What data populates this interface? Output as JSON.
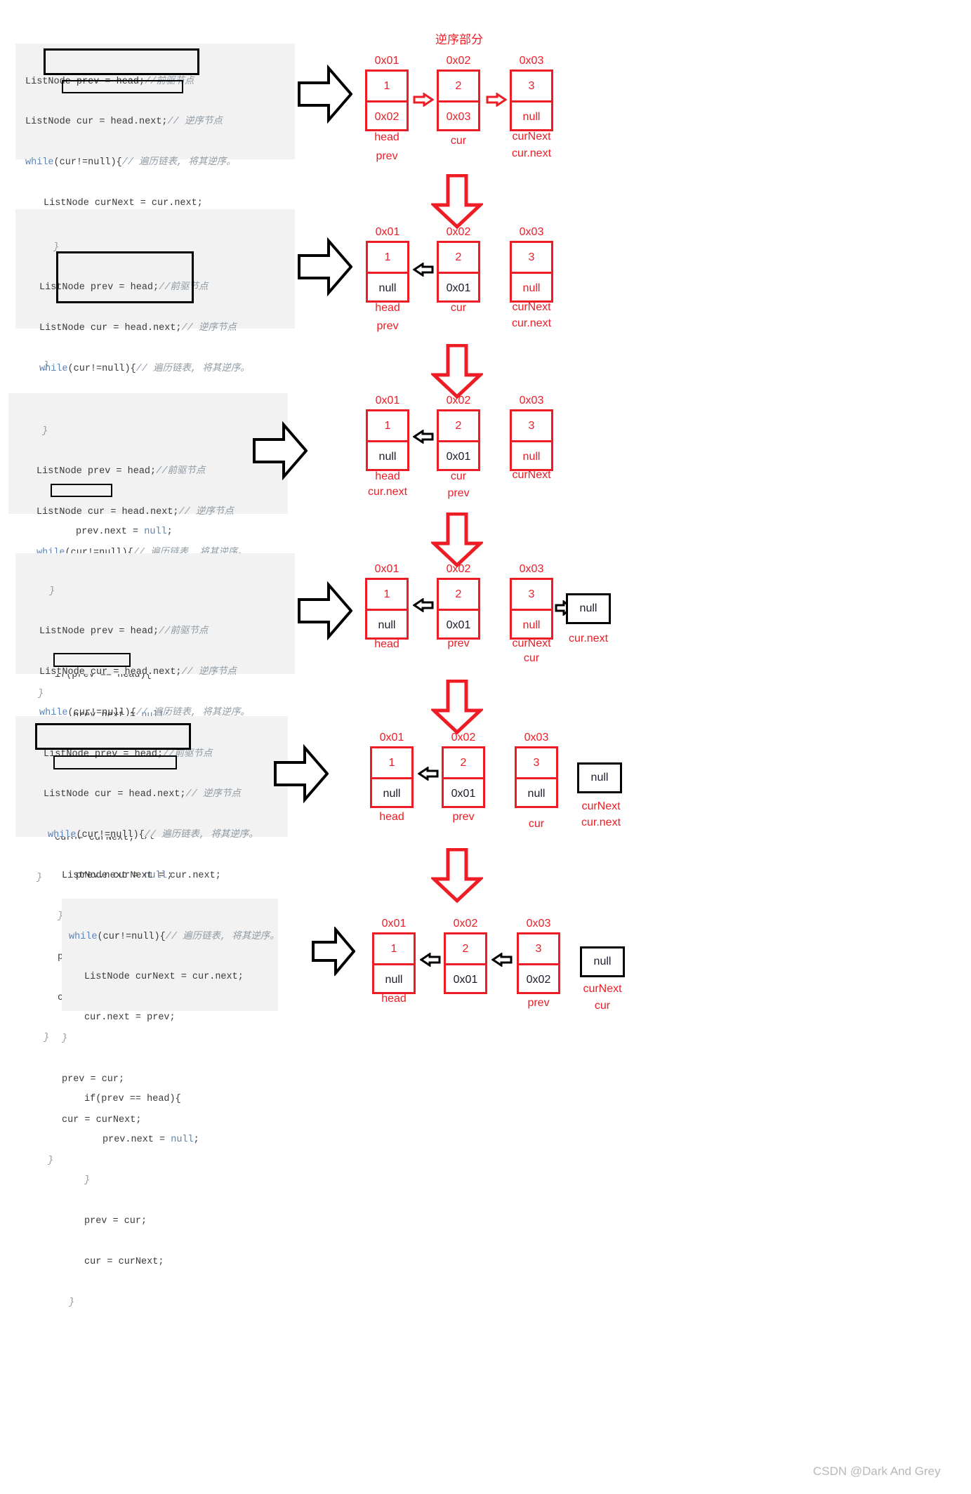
{
  "page": {
    "title_cn": "逆序部分",
    "watermark": "CSDN @Dark And Grey"
  },
  "code_tokens": {
    "c_prev_decl": "ListNode prev = head;",
    "cm_prev": "//前驱节点",
    "c_cur_decl": "ListNode cur = head.next;",
    "cm_cur": "// 逆序节点",
    "kw_while": "while",
    "c_while_cond": "(cur!=null){",
    "cm_while": "// 遍历链表, 将其逆序。",
    "c_curnext": "ListNode curNext = cur.next;",
    "c_curnext_assign": "cur.next = prev;",
    "c_if": "if(prev == head){",
    "c_prevnext": "prev.next = ",
    "c_null": "null",
    "c_semi": ";",
    "c_close": "}",
    "c_prev_eq_cur": "prev = cur;",
    "c_cur_eq_curnext": "cur = curNext;",
    "cm_while_alt": "// 遍历链表, 将其逆序。"
  },
  "steps": [
    {
      "id": "step-1",
      "nodes": [
        {
          "addr": "0x01",
          "value": "1",
          "next": "0x02",
          "value_dark": false,
          "next_dark": false,
          "labels": [
            "head",
            "prev"
          ]
        },
        {
          "addr": "0x02",
          "value": "2",
          "next": "0x03",
          "value_dark": false,
          "next_dark": false,
          "labels": [
            "cur"
          ]
        },
        {
          "addr": "0x03",
          "value": "3",
          "next": "null",
          "value_dark": false,
          "next_dark": false,
          "labels": [
            "curNext",
            "cur.next"
          ]
        }
      ],
      "extra_null_box": null
    },
    {
      "id": "step-2",
      "nodes": [
        {
          "addr": "0x01",
          "value": "1",
          "next": "null",
          "value_dark": false,
          "next_dark": true,
          "labels": [
            "head",
            "prev"
          ]
        },
        {
          "addr": "0x02",
          "value": "2",
          "next": "0x01",
          "value_dark": false,
          "next_dark": true,
          "labels": [
            "cur"
          ]
        },
        {
          "addr": "0x03",
          "value": "3",
          "next": "null",
          "value_dark": false,
          "next_dark": false,
          "labels": [
            "curNext",
            "cur.next"
          ]
        }
      ],
      "extra_null_box": null
    },
    {
      "id": "step-3",
      "nodes": [
        {
          "addr": "0x01",
          "value": "1",
          "next": "null",
          "value_dark": false,
          "next_dark": true,
          "labels": [
            "head",
            "cur.next"
          ]
        },
        {
          "addr": "0x02",
          "value": "2",
          "next": "0x01",
          "value_dark": false,
          "next_dark": true,
          "labels": [
            "cur",
            "prev"
          ]
        },
        {
          "addr": "0x03",
          "value": "3",
          "next": "null",
          "value_dark": false,
          "next_dark": false,
          "labels": [
            "curNext"
          ]
        }
      ],
      "extra_null_box": null
    },
    {
      "id": "step-4",
      "nodes": [
        {
          "addr": "0x01",
          "value": "1",
          "next": "null",
          "value_dark": false,
          "next_dark": true,
          "labels": [
            "head"
          ]
        },
        {
          "addr": "0x02",
          "value": "2",
          "next": "0x01",
          "value_dark": false,
          "next_dark": true,
          "labels": [
            "prev"
          ]
        },
        {
          "addr": "0x03",
          "value": "3",
          "next": "null",
          "value_dark": false,
          "next_dark": false,
          "labels": [
            "curNext",
            "cur"
          ]
        }
      ],
      "extra_null_box": {
        "text": "null",
        "label": "cur.next"
      }
    },
    {
      "id": "step-5",
      "nodes": [
        {
          "addr": "0x01",
          "value": "1",
          "next": "null",
          "value_dark": false,
          "next_dark": true,
          "labels": [
            "head"
          ]
        },
        {
          "addr": "0x02",
          "value": "2",
          "next": "0x01",
          "value_dark": false,
          "next_dark": true,
          "labels": [
            "prev"
          ]
        },
        {
          "addr": "0x03",
          "value": "3",
          "next": "null",
          "value_dark": false,
          "next_dark": true,
          "labels": [
            "cur"
          ]
        }
      ],
      "extra_null_box": {
        "text": "null",
        "label": "curNext\ncur.next"
      }
    },
    {
      "id": "step-6",
      "nodes": [
        {
          "addr": "0x01",
          "value": "1",
          "next": "null",
          "value_dark": false,
          "next_dark": true,
          "labels": [
            "head"
          ]
        },
        {
          "addr": "0x02",
          "value": "2",
          "next": "0x01",
          "value_dark": false,
          "next_dark": true,
          "labels": []
        },
        {
          "addr": "0x03",
          "value": "3",
          "next": "0x02",
          "value_dark": false,
          "next_dark": true,
          "labels": [
            "prev"
          ]
        }
      ],
      "extra_null_box": {
        "text": "null",
        "label": "curNext\ncur"
      }
    }
  ],
  "labels_step6_extra": {
    "prev_under_node3": "prev"
  },
  "colors": {
    "red": "#ee1c25",
    "code_bg": "#f2f2f2",
    "keyword_blue": "#5b83b5",
    "comment_grey": "#8f9aa3",
    "watermark_grey": "#b8b8b8"
  }
}
